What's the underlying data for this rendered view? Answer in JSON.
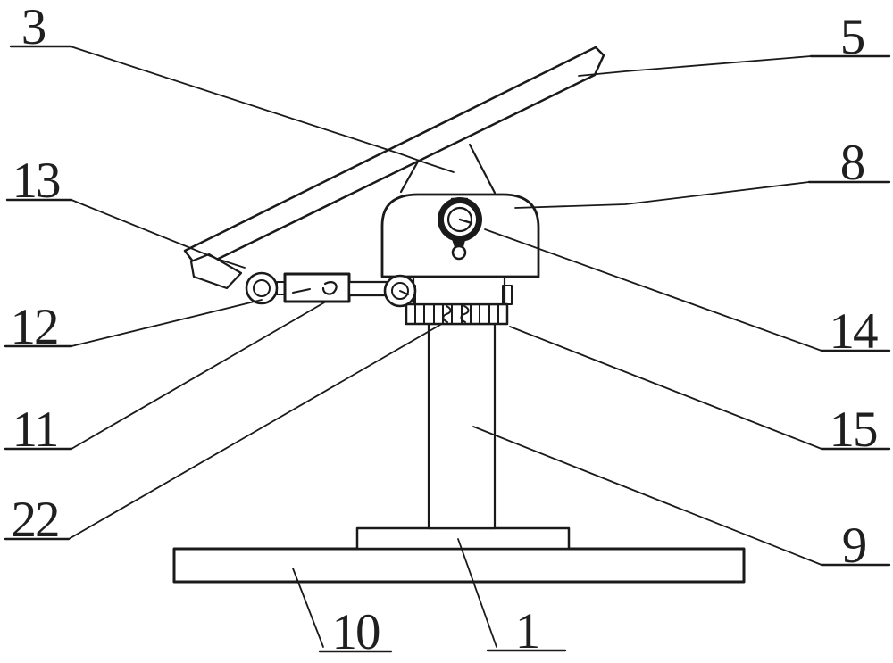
{
  "figure": {
    "background_color": "#ffffff",
    "line_color": "#1a1a1a",
    "label_text_color": "#1f1f1f",
    "reference_label_list": [
      "3",
      "5",
      "13",
      "8",
      "12",
      "14",
      "11",
      "15",
      "22",
      "9",
      "10",
      "1"
    ]
  },
  "labels": {
    "n3": {
      "text": "3"
    },
    "n5": {
      "text": "5"
    },
    "n13": {
      "text": "13"
    },
    "n8": {
      "text": "8"
    },
    "n12": {
      "text": "12"
    },
    "n14": {
      "text": "14"
    },
    "n11": {
      "text": "11"
    },
    "n15": {
      "text": "15"
    },
    "n22": {
      "text": "22"
    },
    "n9": {
      "text": "9"
    },
    "n10": {
      "text": "10"
    },
    "n1": {
      "text": "1"
    }
  }
}
